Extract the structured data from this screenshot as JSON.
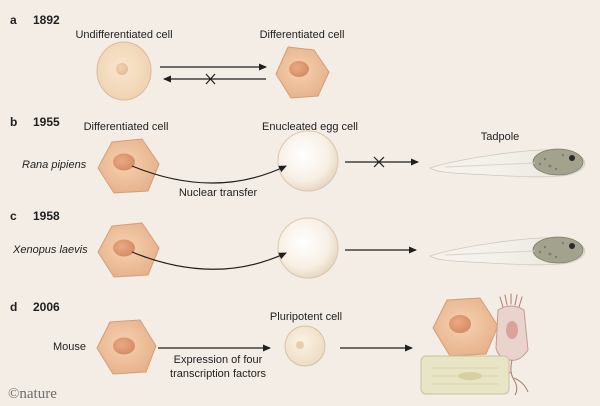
{
  "sections": {
    "a": {
      "letter": "a",
      "year": "1892",
      "left_label": "Undifferentiated cell",
      "right_label": "Differentiated cell"
    },
    "b": {
      "letter": "b",
      "year": "1955",
      "species": "Rana pipiens",
      "left_label": "Differentiated cell",
      "middle_label": "Enucleated egg cell",
      "right_label": "Tadpole",
      "arrow_label": "Nuclear transfer"
    },
    "c": {
      "letter": "c",
      "year": "1958",
      "species": "Xenopus laevis"
    },
    "d": {
      "letter": "d",
      "year": "2006",
      "species": "Mouse",
      "middle_label": "Pluripotent cell",
      "arrow_label_line1": "Expression of four",
      "arrow_label_line2": "transcription factors"
    }
  },
  "credit": "©nature",
  "colors": {
    "background": "#f3ede6",
    "differentiated_cell": "#efc29b",
    "undifferentiated_cell": "#f3dcbf",
    "egg_cell": "#fbf7f1",
    "tadpole": "#ece9e1",
    "tadpole_head": "#9b9a84"
  }
}
